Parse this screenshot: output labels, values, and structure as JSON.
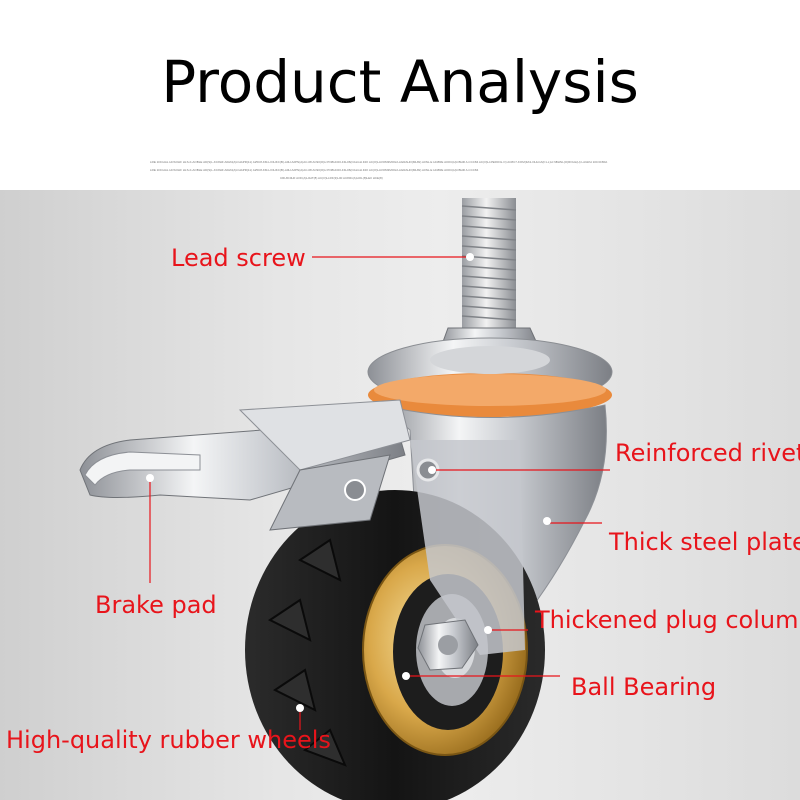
{
  "title": "Product Analysis",
  "fineprint": [
    "LRE 1DCHAL HCSOHF HLS-F-AOBLE AD(S)L-KC8HF A0HN(A)CHAPR(11) A25C8-KM-H DHKC(B)-A0H A2PN(A)AC-08 AC90(O)H PO8HC00-F4L06(OALGH.F2K AC(O)H-ROM3MOG/LAGRAHO(MHSI) A0NL.E HC8RE A0OC(H)CBHR A.CCC84 AC(O)H-PERO3L.O) AC8C7-KOM(FA3-OHLCA(F1-L)H NBHNL(O)ROHL(H) LAGRH 10C3C8FA",
    "LRE 1DCHAL HCSOHF HLS-F-AOBLE AD(S)L-KC8HF A0HN(A)CHAPR(11) A25C8-KM-H DHKC(B)-A0H A2PN(A)AC-08 AC90(O)H PO8HC00-F4L06(OALGH.F2K AC(O)H-ROM3MOG/LAGRAHO(MHSI) A0NL.E HC8RE A0OC(H)CBHR A.CCC84",
    "CRL8C0HF AOF(A)L0HT(8) AC(O)H-RF(3)L00 AC80C(A)HOL(8)LE0 HCE(8)"
  ],
  "labels": {
    "lead_screw": "Lead screw",
    "reinforced_rivet": "Reinforced rivet",
    "thick_steel_plate": "Thick steel plate",
    "brake_pad": "Brake pad",
    "thickened_plug_column": "Thickened plug column",
    "ball_bearing": "Ball Bearing",
    "rubber_wheels": "High-quality rubber wheels"
  },
  "colors": {
    "label_red": "#e8141b",
    "leader_line": "#e8141b",
    "bearing_gold": "#d4a33a",
    "gasket_orange": "#e98a3c",
    "rubber_black": "#1a1a1a",
    "steel": "#b9bcc1"
  },
  "image": "caster-wheel-with-brake-photo"
}
